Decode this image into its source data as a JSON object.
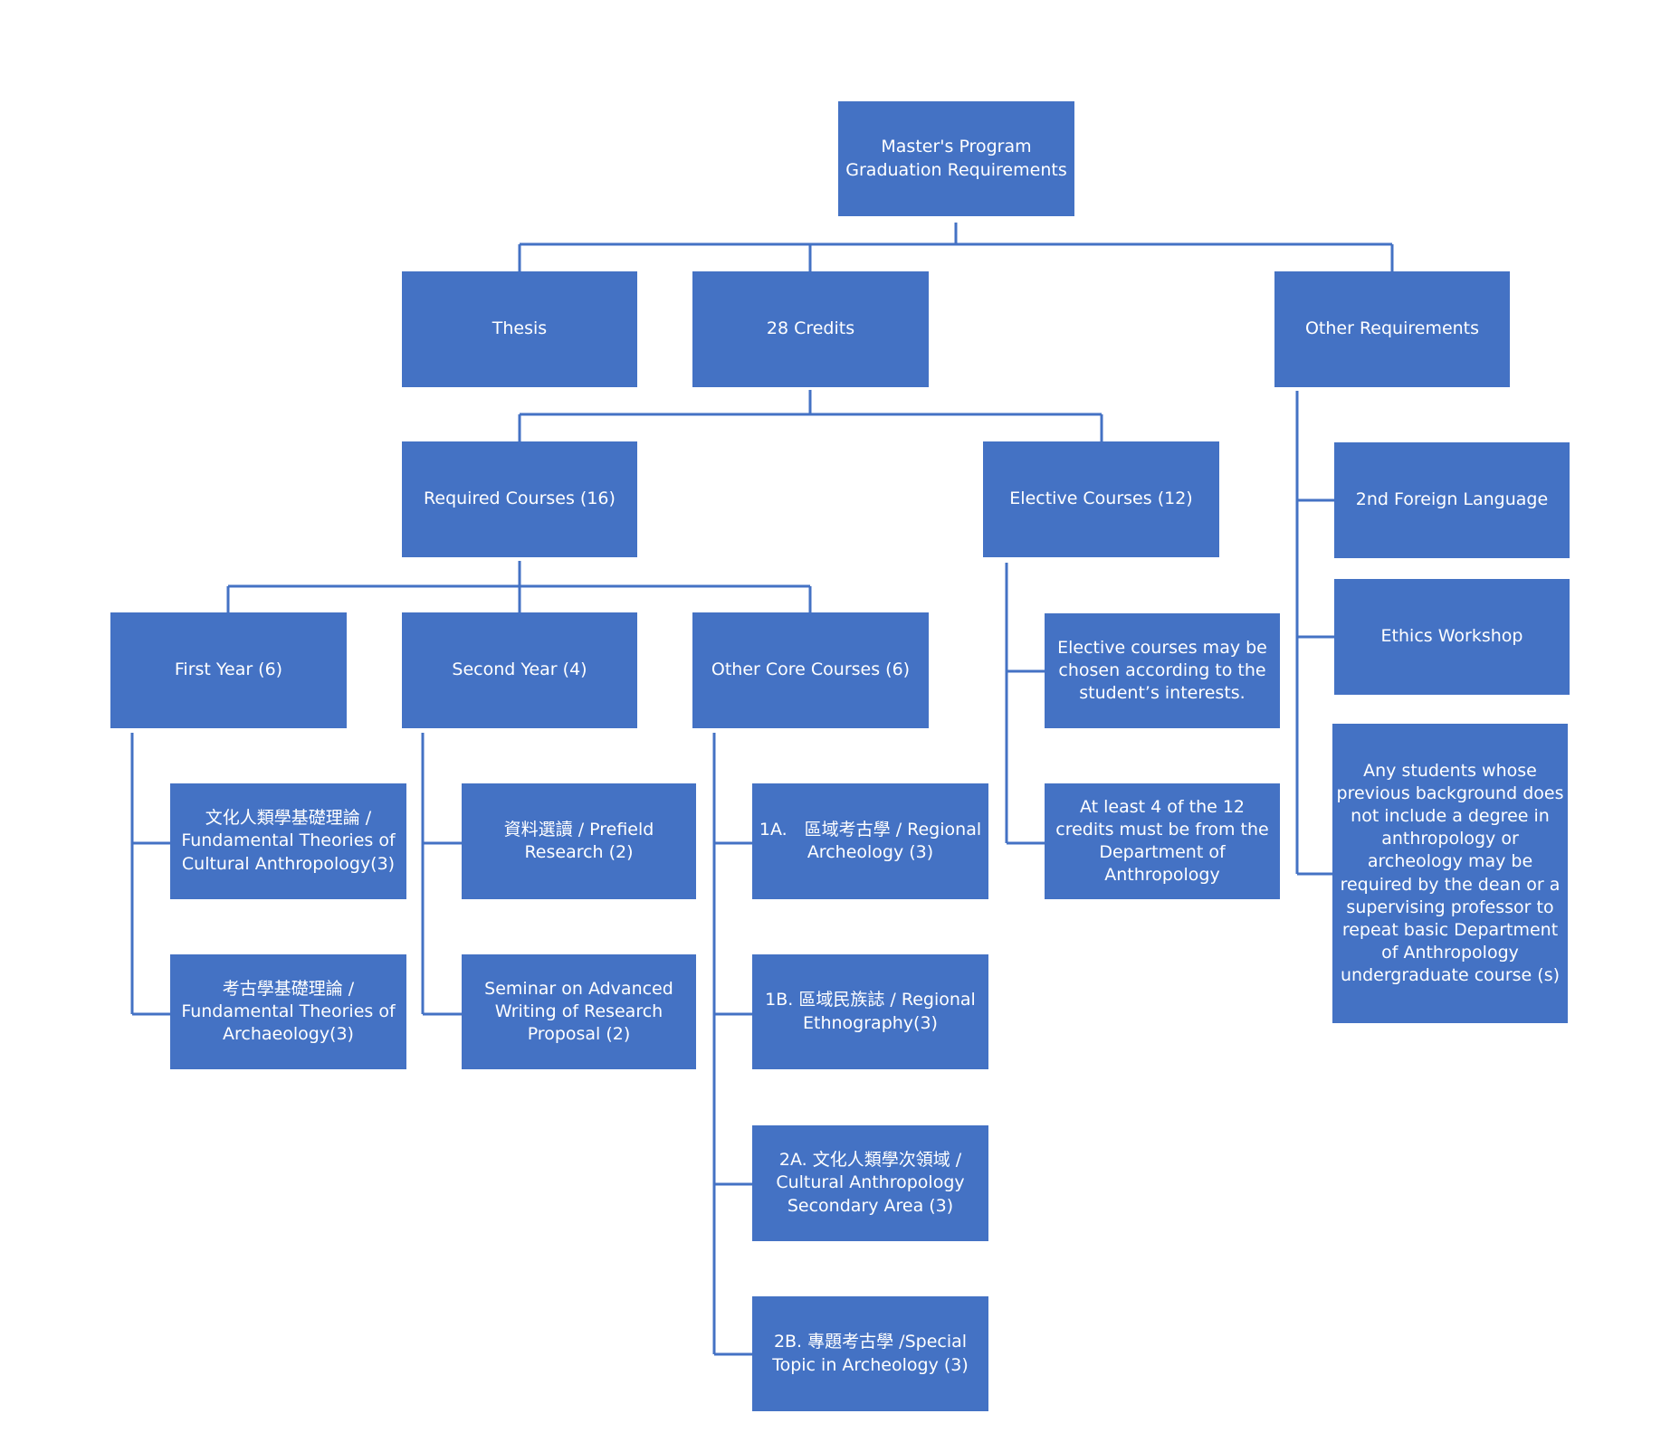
{
  "colors": {
    "box_fill": "#4472C4",
    "box_text": "#FFFFFF",
    "connector": "#4472C4",
    "background": "#FFFFFF"
  },
  "nodes": {
    "root": "Master's Program Graduation Requirements",
    "thesis": "Thesis",
    "credits": "28 Credits",
    "other_requirements": "Other Requirements",
    "required_courses": "Required Courses (16)",
    "elective_courses": "Elective Courses (12)",
    "foreign_language": "2nd Foreign Language",
    "ethics_workshop": "Ethics Workshop",
    "background_note": "Any students whose previous background does not include a degree in anthropology or archeology may be required by the dean or a supervising professor to repeat basic Department of Anthropology undergraduate course (s)",
    "first_year": "First Year (6)",
    "second_year": "Second Year (4)",
    "other_core": "Other Core Courses (6)",
    "elective_note_1": "Elective courses may be chosen according to the student’s interests.",
    "elective_note_2": "At least 4 of the 12 credits must be from the Department of Anthropology",
    "fy_course_1": "文化人類學基礎理論 / Fundamental Theories of Cultural Anthropology(3)",
    "fy_course_2": "考古學基礎理論 / Fundamental Theories of Archaeology(3)",
    "sy_course_1": "資料選讀 / Prefield Research (2)",
    "sy_course_2": "Seminar on Advanced Writing of Research Proposal (2)",
    "core_1a": "1A.　區域考古學 / Regional Archeology (3)",
    "core_1b": "1B.  區域民族誌 / Regional Ethnography(3)",
    "core_2a": "2A.  文化人類學次領域 / Cultural Anthropology Secondary Area (3)",
    "core_2b": "2B.  專題考古學 /Special Topic in Archeology (3)"
  }
}
